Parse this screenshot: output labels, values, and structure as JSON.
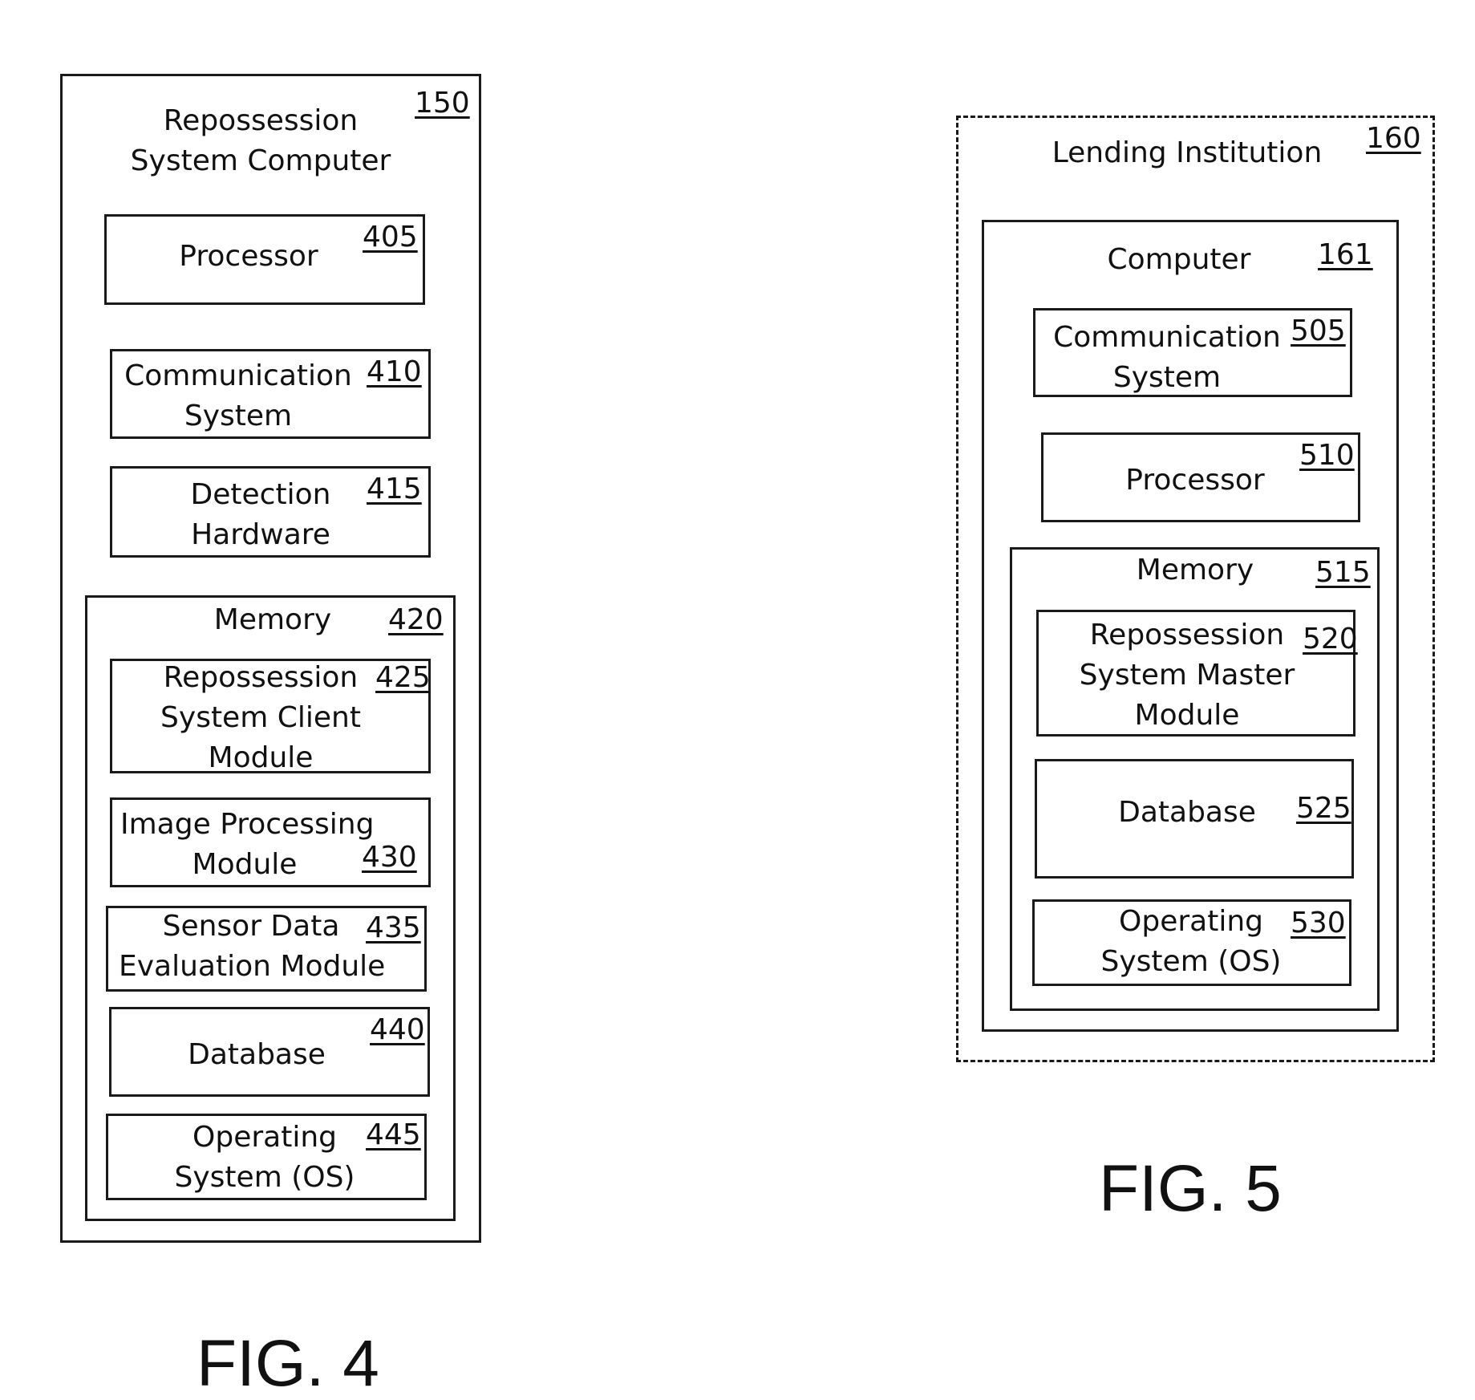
{
  "fig4": {
    "caption": "FIG. 4",
    "system": {
      "label": "Repossession\nSystem Computer",
      "ref": "150"
    },
    "processor": {
      "label": "Processor",
      "ref": "405"
    },
    "communication": {
      "label": "Communication\nSystem",
      "ref": "410"
    },
    "detection": {
      "label": "Detection\nHardware",
      "ref": "415"
    },
    "memory": {
      "label": "Memory",
      "ref": "420"
    },
    "client_module": {
      "label": "Repossession\nSystem Client\nModule",
      "ref": "425"
    },
    "image_processing": {
      "label": "Image Processing\nModule",
      "ref": "430"
    },
    "sensor_eval": {
      "label": "Sensor Data\nEvaluation Module",
      "ref": "435"
    },
    "database": {
      "label": "Database",
      "ref": "440"
    },
    "os": {
      "label": "Operating\nSystem (OS)",
      "ref": "445"
    }
  },
  "fig5": {
    "caption": "FIG. 5",
    "institution": {
      "label": "Lending Institution",
      "ref": "160"
    },
    "computer": {
      "label": "Computer",
      "ref": "161"
    },
    "communication": {
      "label": "Communication\nSystem",
      "ref": "505"
    },
    "processor": {
      "label": "Processor",
      "ref": "510"
    },
    "memory": {
      "label": "Memory",
      "ref": "515"
    },
    "master_module": {
      "label": "Repossession\nSystem Master\nModule",
      "ref": "520"
    },
    "database": {
      "label": "Database",
      "ref": "525"
    },
    "os": {
      "label": "Operating\nSystem (OS)",
      "ref": "530"
    }
  }
}
